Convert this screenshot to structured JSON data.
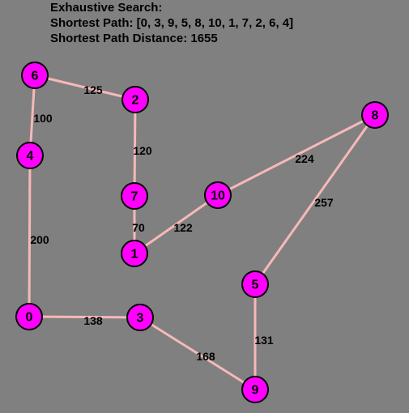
{
  "header": {
    "line1": "Exhaustive Search:",
    "line2": "Shortest Path: [0, 3, 9, 5, 8, 10, 1, 7, 2, 6, 4]",
    "line3": "Shortest Path Distance: 1655"
  },
  "colors": {
    "background": "#808080",
    "node_fill": "#ff00ff",
    "edge": "#f7b8b8"
  },
  "graph": {
    "nodes": [
      {
        "id": "0",
        "label": "0"
      },
      {
        "id": "1",
        "label": "1"
      },
      {
        "id": "2",
        "label": "2"
      },
      {
        "id": "3",
        "label": "3"
      },
      {
        "id": "4",
        "label": "4"
      },
      {
        "id": "5",
        "label": "5"
      },
      {
        "id": "6",
        "label": "6"
      },
      {
        "id": "7",
        "label": "7"
      },
      {
        "id": "8",
        "label": "8"
      },
      {
        "id": "9",
        "label": "9"
      },
      {
        "id": "10",
        "label": "10"
      }
    ],
    "edges": [
      {
        "from": "6",
        "to": "2",
        "weight": "125"
      },
      {
        "from": "6",
        "to": "4",
        "weight": "100"
      },
      {
        "from": "2",
        "to": "7",
        "weight": "120"
      },
      {
        "from": "7",
        "to": "1",
        "weight": "70"
      },
      {
        "from": "1",
        "to": "10",
        "weight": "122"
      },
      {
        "from": "10",
        "to": "8",
        "weight": "224"
      },
      {
        "from": "8",
        "to": "5",
        "weight": "257"
      },
      {
        "from": "4",
        "to": "0",
        "weight": "200"
      },
      {
        "from": "0",
        "to": "3",
        "weight": "138"
      },
      {
        "from": "3",
        "to": "9",
        "weight": "168"
      },
      {
        "from": "5",
        "to": "9",
        "weight": "131"
      }
    ]
  }
}
